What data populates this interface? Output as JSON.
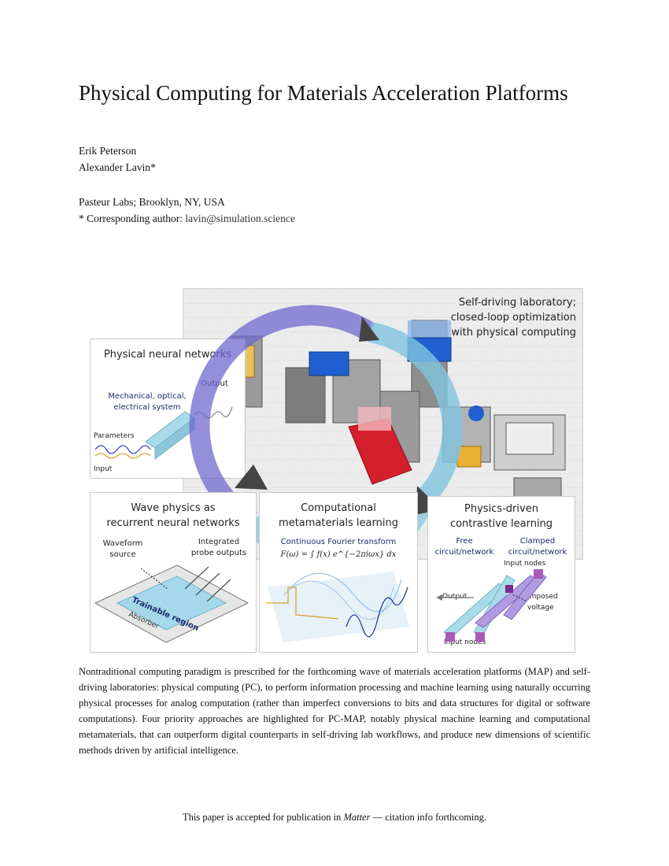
{
  "paper": {
    "title": "Physical Computing for Materials Acceleration Platforms",
    "authors": [
      "Erik Peterson",
      "Alexander Lavin*"
    ],
    "affiliation": "Pasteur Labs; Brooklyn, NY, USA",
    "corresponding_prefix": "* Corresponding author:",
    "corresponding_email": "lavin@simulation.science"
  },
  "figure": {
    "lab_title_1": "Self-driving laboratory;",
    "lab_title_2": "closed-loop optimization",
    "lab_title_3": "with physical computing",
    "pnn": {
      "title": "Physical neural networks",
      "system_1": "Mechanical, optical,",
      "system_2": "electrical system",
      "output": "Output",
      "parameters": "Parameters",
      "input": "Input"
    },
    "wave": {
      "title_1": "Wave physics as",
      "title_2": "recurrent neural networks",
      "source_1": "Waveform",
      "source_2": "source",
      "probe_1": "Integrated",
      "probe_2": "probe outputs",
      "trainable": "Trainable region",
      "absorber": "Absorber"
    },
    "meta": {
      "title_1": "Computational",
      "title_2": "metamaterials learning",
      "subtitle": "Continuous Fourier transform",
      "formula": "F(ω) = ∫ f(x) e^{−2πiωx} dx"
    },
    "contrast": {
      "title_1": "Physics-driven",
      "title_2": "contrastive learning",
      "free_1": "Free",
      "free_2": "circuit/network",
      "clamped_1": "Clamped",
      "clamped_2": "circuit/network",
      "input_nodes_top": "Input nodes",
      "output": "Output",
      "imposed_1": "Imposed",
      "imposed_2": "voltage",
      "input_nodes_bottom": "Input nodes"
    }
  },
  "caption": "Nontraditional computing paradigm is prescribed for the forthcoming wave of materials acceleration platforms (MAP) and self-driving laboratories: physical computing (PC), to perform information processing and machine learning using naturally occurring physical processes for analog computation (rather than imperfect conversions to bits and data structures for digital or software computations). Four priority approaches are highlighted for PC-MAP, notably physical machine learning and computational metamaterials, that can outperform digital counterparts in self-driving lab workflows, and produce new dimensions of scientific methods driven by artificial intelligence.",
  "footer": {
    "prefix": "This paper is accepted for publication in",
    "journal": "Matter",
    "suffix": "— citation info forthcoming."
  },
  "colors": {
    "cycle_blue": "#7fc4de",
    "cycle_purple": "#7068cf",
    "equipment_red": "#d61f2c",
    "equipment_blue": "#1f5fd0",
    "equipment_yellow": "#e8b030",
    "navy_text": "#1b2a6b"
  }
}
